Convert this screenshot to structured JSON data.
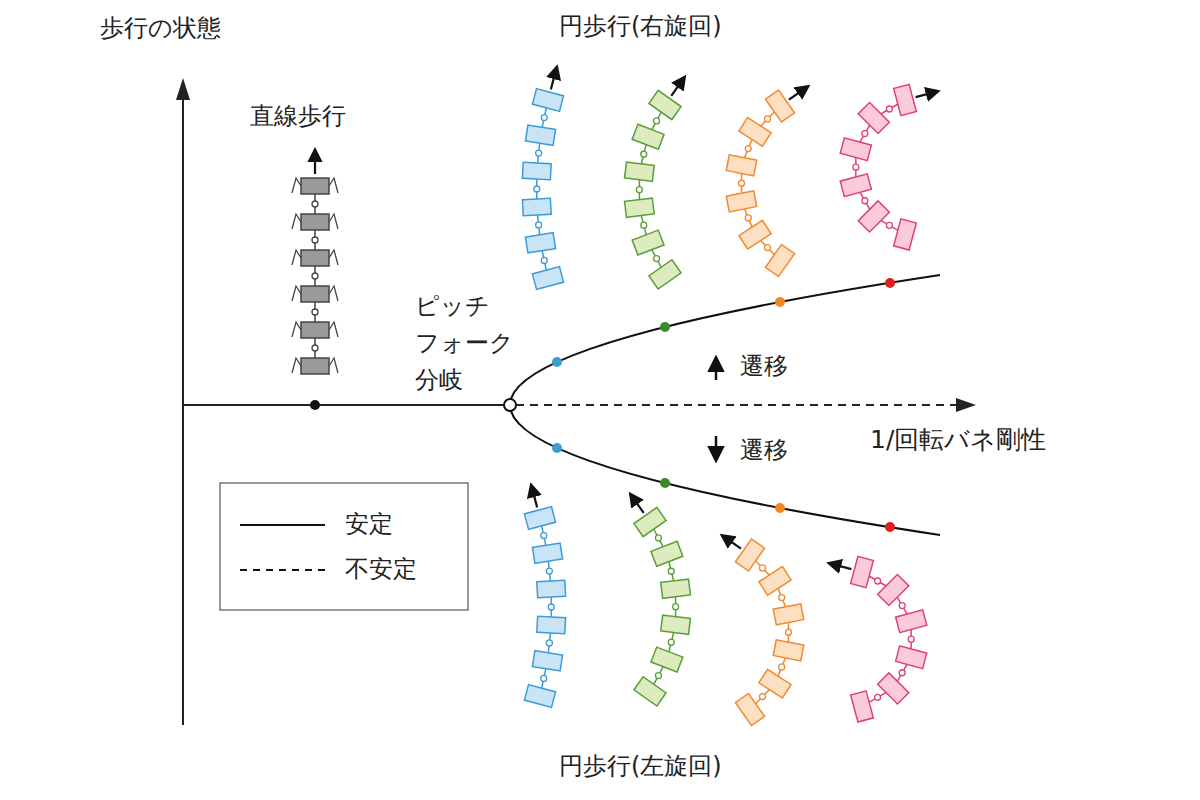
{
  "diagram": {
    "labels": [
      "歩行の状態",
      "円歩行(右旋回)",
      "直線歩行",
      "ピッチ フォーク 分岐",
      "遷移",
      "遷移",
      "1/回転バネ剛性",
      "円歩行(左旋回)"
    ],
    "legend": [
      {
        "text": "安定"
      },
      {
        "text": "不安定"
      }
    ]
  }
}
